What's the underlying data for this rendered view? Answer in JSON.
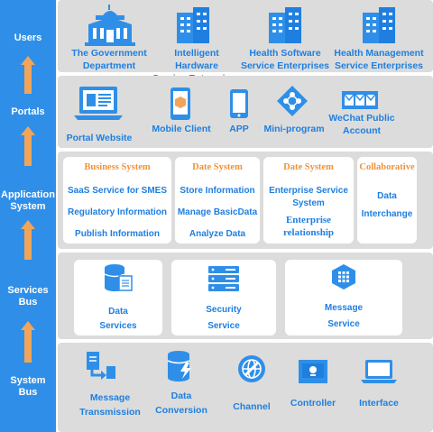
{
  "layers": {
    "users": "Users",
    "portals": "Portals",
    "application": "Application System",
    "services_bus": "Services Bus",
    "system_bus": "System Bus"
  },
  "users": [
    {
      "line1": "The Government",
      "line2": "Department"
    },
    {
      "line1": "Intelligent Hardware",
      "line2": "Service Enterprises"
    },
    {
      "line1": "Health Software",
      "line2": "Service Enterprises"
    },
    {
      "line1": "Health Management",
      "line2": "Service Enterprises"
    }
  ],
  "portals": [
    {
      "label": "Portal Website"
    },
    {
      "label": "Mobile Client"
    },
    {
      "label": "APP"
    },
    {
      "label": "Mini-program"
    },
    {
      "line1": "WeChat Public",
      "line2": "Account"
    }
  ],
  "application": [
    {
      "title": "Business System",
      "lines": [
        "SaaS Service for SMES",
        "Regulatory Information",
        "Publish Information"
      ]
    },
    {
      "title": "Date System",
      "lines": [
        "Store Information",
        "Manage BasicData",
        "Analyze Data"
      ]
    },
    {
      "title": "Date System",
      "lines": [
        "Enterprise Service",
        "System",
        "Enterprise",
        "relationship"
      ]
    },
    {
      "title": "Collaborative",
      "lines": [
        "Data",
        "Interchange"
      ]
    }
  ],
  "services": [
    {
      "line1": "Data",
      "line2": "Services"
    },
    {
      "line1": "Security",
      "line2": "Service"
    },
    {
      "line1": "Message",
      "line2": "Service"
    }
  ],
  "system_bus": [
    {
      "line1": "Message",
      "line2": "Transmission"
    },
    {
      "line1": "Data",
      "line2": "Conversion"
    },
    {
      "label": "Channel"
    },
    {
      "label": "Controller"
    },
    {
      "label": "Interface"
    }
  ],
  "icons": {
    "government": "government-building-icon",
    "hardware": "office-building-icon",
    "software": "office-building-icon",
    "management": "office-building-icon",
    "portal": "laptop-icon",
    "mobile": "smartphone-icon",
    "app": "tablet-icon",
    "mini": "mini-program-icon",
    "wechat": "mail-icon",
    "data_services": "database-icon",
    "security": "server-icon",
    "message": "hexagon-grid-icon",
    "transmission": "transfer-icon",
    "conversion": "database-lightning-icon",
    "channel": "globe-icon",
    "controller": "vm-monitor-icon",
    "interface": "laptop-icon"
  },
  "colors": {
    "sidebar": "#2f8fe8",
    "band": "#dcdcdc",
    "accent_text": "#1e7fe0",
    "title_orange": "#f0923a",
    "arrow": "#f0a55a"
  }
}
